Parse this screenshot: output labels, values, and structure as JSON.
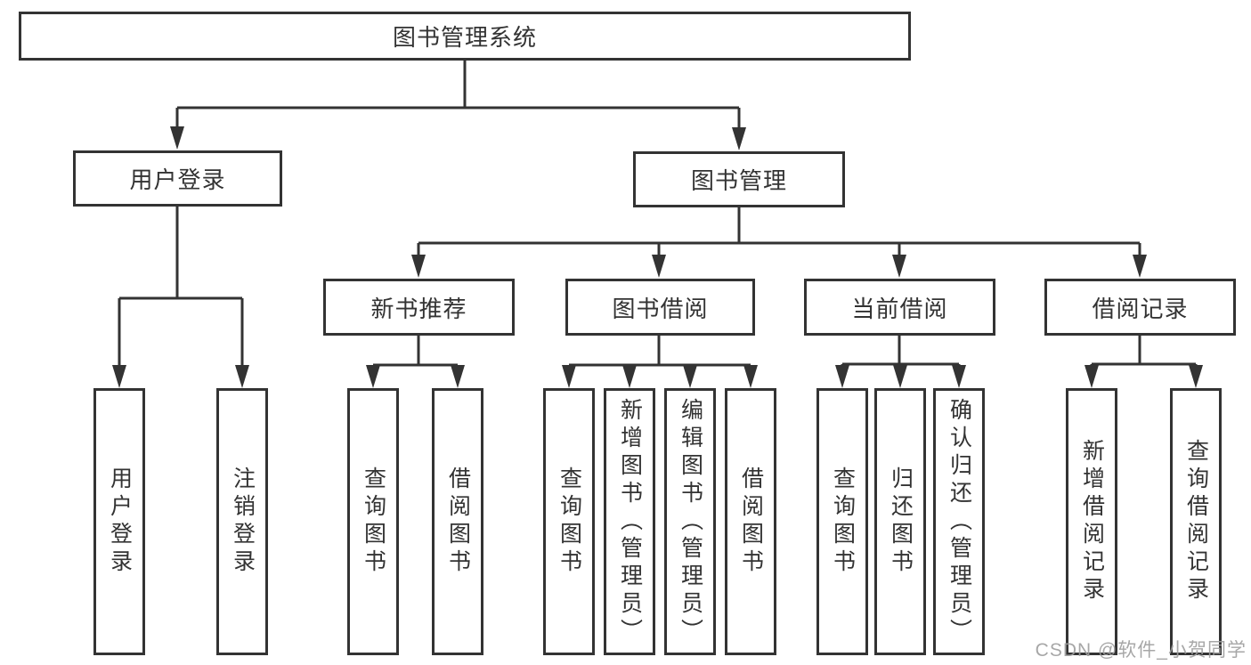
{
  "tree": {
    "label": "图书管理系统",
    "children": [
      {
        "label": "用户登录",
        "children": [
          {
            "label": "用户登录"
          },
          {
            "label": "注销登录"
          }
        ]
      },
      {
        "label": "图书管理",
        "children": [
          {
            "label": "新书推荐",
            "children": [
              {
                "label": "查询图书"
              },
              {
                "label": "借阅图书"
              }
            ]
          },
          {
            "label": "图书借阅",
            "children": [
              {
                "label": "查询图书"
              },
              {
                "label": "新增图书（管理员）"
              },
              {
                "label": "编辑图书（管理员）"
              },
              {
                "label": "借阅图书"
              }
            ]
          },
          {
            "label": "当前借阅",
            "children": [
              {
                "label": "查询图书"
              },
              {
                "label": "归还图书"
              },
              {
                "label": "确认归还（管理员）"
              }
            ]
          },
          {
            "label": "借阅记录",
            "children": [
              {
                "label": "新增借阅记录"
              },
              {
                "label": "查询借阅记录"
              }
            ]
          }
        ]
      }
    ]
  },
  "watermark": "CSDN @软件_小贺同学",
  "colors": {
    "line": "#333333",
    "box_border": "#333333",
    "text": "#333333",
    "background": "#ffffff",
    "watermark": "#9e9e9e"
  }
}
